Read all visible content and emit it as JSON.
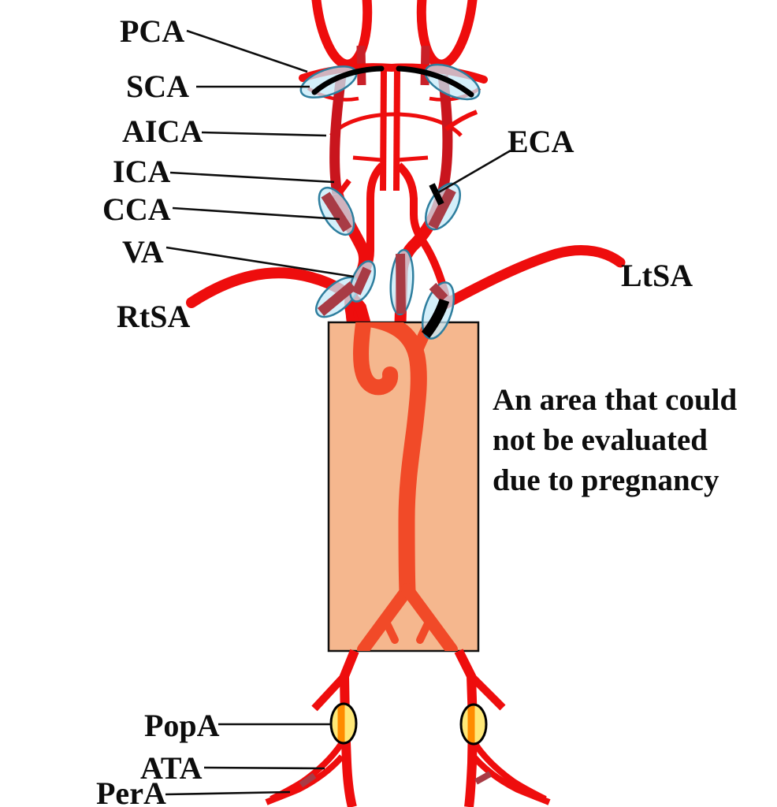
{
  "figure": {
    "type": "medical-vascular-diagram",
    "description_visible_text_only": true
  },
  "labels": {
    "pca": "PCA",
    "sca": "SCA",
    "aica": "AICA",
    "ica": "ICA",
    "cca": "CCA",
    "va": "VA",
    "rtsa": "RtSA",
    "eca": "ECA",
    "ltsa": "LtSA",
    "popa": "PopA",
    "ata": "ATA",
    "pera": "PerA"
  },
  "annotation": {
    "line1": "An area that could",
    "line2": "not be evaluated",
    "line3": "due to pregnancy"
  },
  "colors": {
    "artery_red": "#EE0D0D",
    "artery_dark_red": "#C9151D",
    "stenosis_maroon": "#A83B45",
    "occlusion_black": "#000000",
    "marker_blue_fill": "#C6E9F8",
    "marker_blue_stroke": "#2E7E9E",
    "marker_yellow_fill": "#FFE878",
    "marker_orange_core": "#FF8C00",
    "unevaluated_area_fill": "#F5B78E",
    "aorta_orange_red": "#F14A28",
    "text_black": "#0d0d0d"
  }
}
